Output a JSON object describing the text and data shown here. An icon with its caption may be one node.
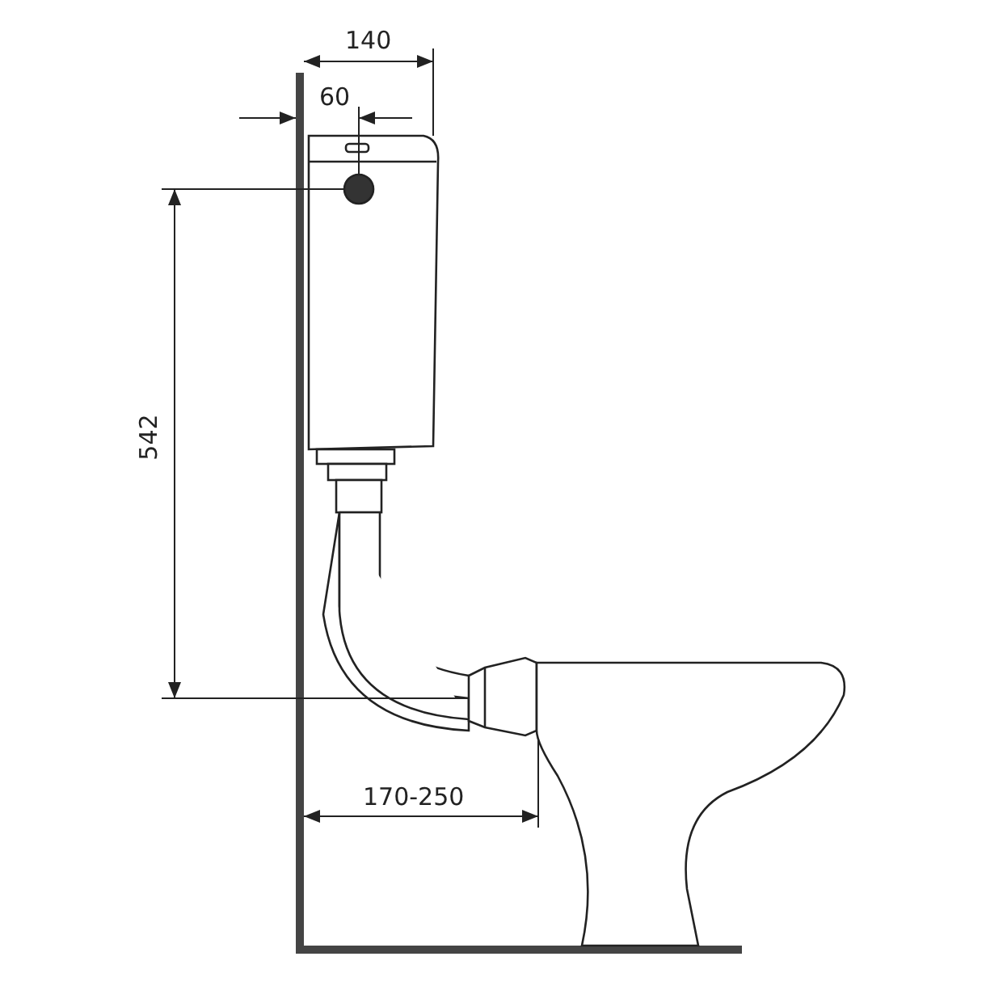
{
  "diagram": {
    "labels": [
      "140",
      "60",
      "542",
      "170-250"
    ]
  }
}
